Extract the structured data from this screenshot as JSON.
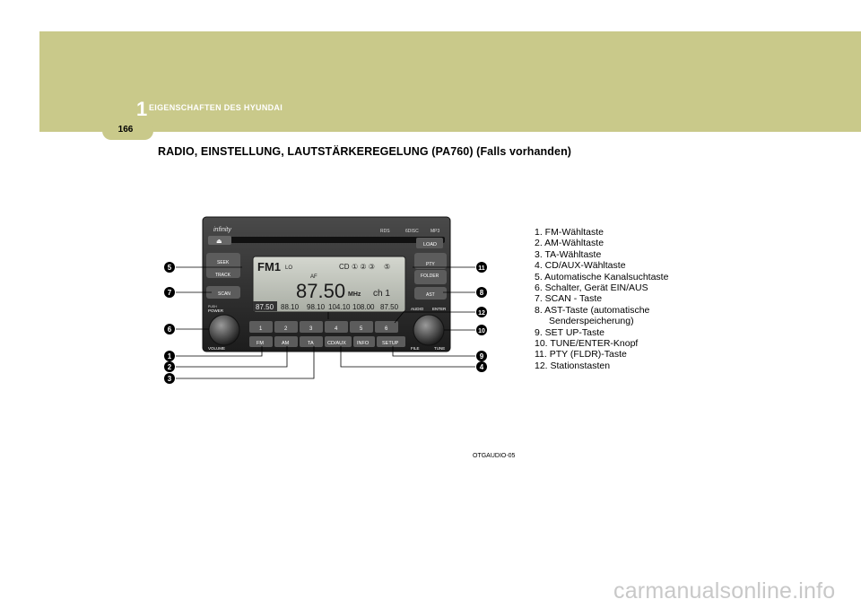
{
  "header": {
    "chapter_number": "1",
    "chapter_title": "EIGENSCHAFTEN DES HYUNDAI",
    "page_number": "166"
  },
  "section_title": "RADIO, EINSTELLUNG, LAUTSTÄRKEREGELUNG (PA760) (Falls vorhanden)",
  "radio": {
    "brand": "infinity",
    "logos": [
      "RDS",
      "6DISC",
      "MP3"
    ],
    "load_label": "LOAD",
    "seek_label": "SEEK",
    "track_label": "TRACK",
    "scan_label": "SCAN",
    "push_label": "PUSH",
    "power_label": "POWER",
    "volume_label": "VOLUME",
    "pty_label": "PTY",
    "folder_label": "FOLDER",
    "ast_label": "AST",
    "audio_label": "AUDIO",
    "enter_label": "ENTER",
    "file_label": "FILE",
    "tune_label": "TUNE",
    "display": {
      "band": "FM1",
      "lo": "LO",
      "af": "AF",
      "preset_icons": "① ② ③",
      "preset_5": "⑤",
      "frequency": "87.50",
      "unit": "MHz",
      "channel": "ch 1",
      "preset_freqs": [
        "87.50",
        "88.10",
        "98.10",
        "104.10",
        "108.00",
        "87.50"
      ]
    },
    "preset_numbers": [
      "1",
      "2",
      "3",
      "4",
      "5",
      "6"
    ],
    "bottom_buttons": [
      "FM",
      "AM",
      "TA",
      "CD/AUX",
      "INFO",
      "SETUP"
    ]
  },
  "callouts_left": [
    "5",
    "7",
    "6",
    "1",
    "2",
    "3"
  ],
  "callouts_right": [
    "11",
    "8",
    "12",
    "10",
    "9",
    "4"
  ],
  "legend": [
    "1. FM-Wähltaste",
    "2. AM-Wähltaste",
    "3. TA-Wähltaste",
    "4. CD/AUX-Wähltaste",
    "5. Automatische Kanalsuchtaste",
    "6. Schalter, Gerät EIN/AUS",
    "7. SCAN - Taste",
    "8. AST-Taste (automatische",
    "Senderspeicherung)",
    "9. SET UP-Taste",
    "10. TUNE/ENTER-Knopf",
    "11. PTY (FLDR)-Taste",
    "12. Stationstasten"
  ],
  "figure_code": "OTGAUDIO-05",
  "footer": {
    "brand": "carmanualsonline.info"
  },
  "colors": {
    "band": "#c9c98a",
    "lcd": "#c0c4bc",
    "radio_body": "#2a2a2a"
  }
}
